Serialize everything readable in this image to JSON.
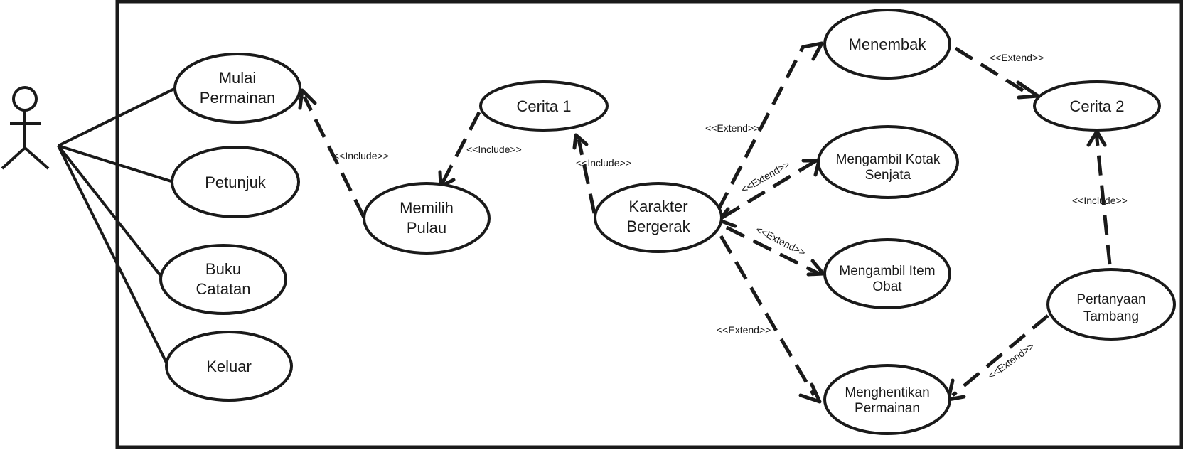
{
  "actor": {
    "name": ""
  },
  "use_cases": {
    "mulai_permainan": [
      "Mulai",
      "Permainan"
    ],
    "petunjuk": [
      "Petunjuk"
    ],
    "buku_catatan": [
      "Buku",
      "Catatan"
    ],
    "keluar": [
      "Keluar"
    ],
    "memilih_pulau": [
      "Memilih",
      "Pulau"
    ],
    "cerita_1": [
      "Cerita 1"
    ],
    "karakter_bergerak": [
      "Karakter",
      "Bergerak"
    ],
    "menembak": [
      "Menembak"
    ],
    "mengambil_kotak_senjata": [
      "Mengambil Kotak",
      "Senjata"
    ],
    "mengambil_item_obat": [
      "Mengambil Item",
      "Obat"
    ],
    "menghentikan_permainan": [
      "Menghentikan",
      "Permainan"
    ],
    "cerita_2": [
      "Cerita 2"
    ],
    "pertanyaan_tambang": [
      "Pertanyaan",
      "Tambang"
    ]
  },
  "relations": {
    "include_label": "<<Include>>",
    "extend_label": "<<Extend>>"
  }
}
